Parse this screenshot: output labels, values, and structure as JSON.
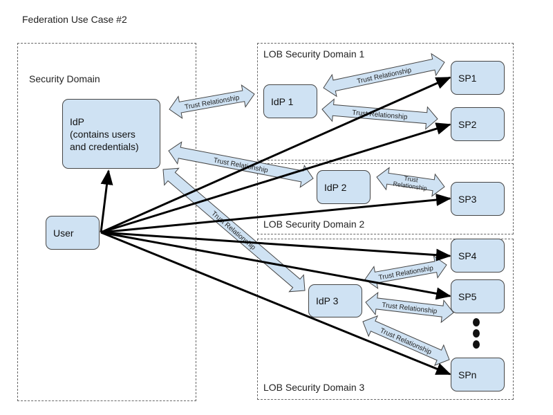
{
  "title": "Federation Use Case #2",
  "domains": {
    "main": "Security Domain",
    "lob1": "LOB Security Domain 1",
    "lob2": "LOB Security Domain 2",
    "lob3": "LOB Security Domain 3"
  },
  "nodes": {
    "idp_main": {
      "line1": "IdP",
      "line2": "(contains users",
      "line3": "and credentials)"
    },
    "user": "User",
    "idp1": "IdP 1",
    "idp2": "IdP 2",
    "idp3": "IdP 3",
    "sp1": "SP1",
    "sp2": "SP2",
    "sp3": "SP3",
    "sp4": "SP4",
    "sp5": "SP5",
    "spn": "SPn"
  },
  "relationships": {
    "trust_label": "Trust Relationship",
    "trust_label_split": [
      "Trust",
      "Relationship"
    ]
  },
  "colors": {
    "node_fill": "#cfe2f3",
    "node_border": "#444444",
    "arrow": "#000000",
    "dashed_border": "#666666"
  }
}
